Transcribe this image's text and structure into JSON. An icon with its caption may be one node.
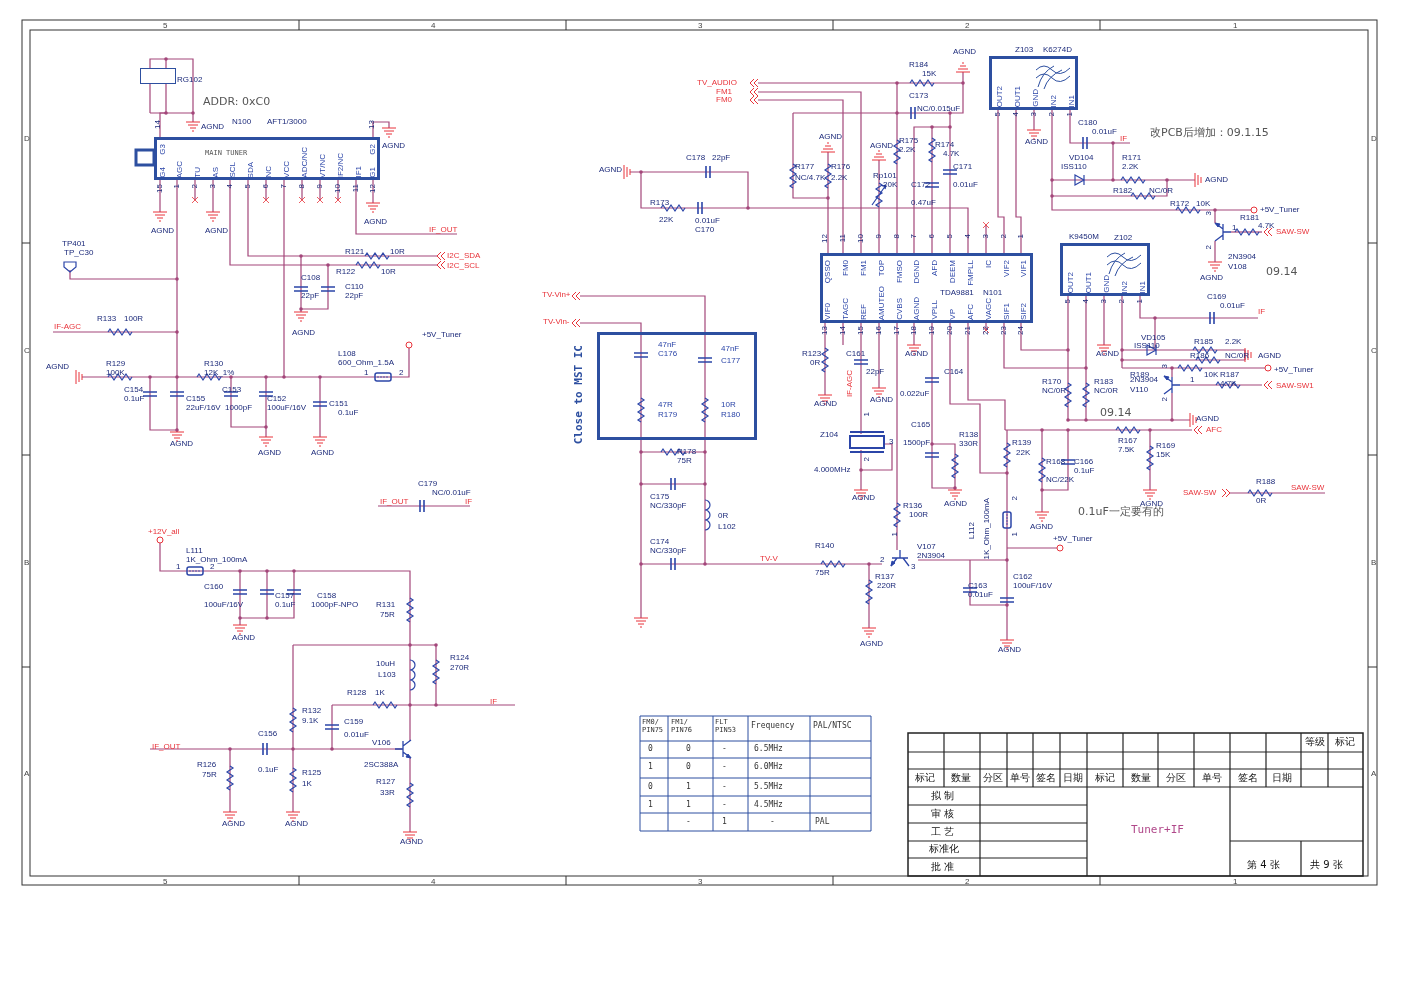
{
  "diagram": {
    "nodes": [
      {
        "text": [],
        "shape": "box",
        "beside": [
          "RG102"
        ]
      },
      {
        "text": [
          "MAIN TUNER",
          "G3",
          "G4",
          "AGC",
          "TU",
          "AS",
          "SCL",
          "SDA",
          "NC",
          "VCC",
          "ADC/NC",
          "VT/NC",
          "IF2/NC",
          "IF1",
          "G2",
          "G1"
        ],
        "beside": [
          "N100",
          "AFT1/3000"
        ]
      },
      {
        "text": [
          "OUT2",
          "OUT1",
          "GND",
          "IN2",
          "IN1"
        ],
        "beside": [
          "Z103",
          "K6274D"
        ]
      },
      {
        "text": [
          "OUT2",
          "OUT1",
          "GND",
          "IN2",
          "IN1"
        ],
        "beside": [
          "K9450M",
          "Z102"
        ]
      },
      {
        "text": [
          "QSSO",
          "FM0",
          "FM1",
          "TOP",
          "FMSO",
          "DGND",
          "AFD",
          "DEEM",
          "FMPLL",
          "IC",
          "VIF2",
          "VIF1",
          "TDA9881",
          "N101",
          "VIF0",
          "TAGC",
          "REF",
          "AMUTEO",
          "CVBS",
          "AGND",
          "VPLL",
          "VP",
          "AFC",
          "VAGC",
          "SIF1",
          "SIF2"
        ]
      },
      {
        "text": [
          "47nF",
          "C176",
          "47nF",
          "C177",
          "47R",
          "R179",
          "10R",
          "R180"
        ],
        "beside": [
          "Close to MST IC"
        ]
      }
    ],
    "edges": [
      {
        "from": 0,
        "to": 1,
        "arrow": "none"
      },
      {
        "from": 2,
        "to": 4,
        "arrow": "none"
      },
      {
        "from": 2,
        "to": 4,
        "arrow": "none"
      },
      {
        "from": 4,
        "to": 3,
        "arrow": "none"
      },
      {
        "from": 4,
        "to": 3,
        "arrow": "none"
      }
    ],
    "labels": [
      "5",
      "4",
      "3",
      "2",
      "1",
      "D",
      "D",
      "C",
      "C",
      "B",
      "B",
      "A",
      "A",
      "5",
      "4",
      "3",
      "2",
      "1",
      "ADDR: 0xC0",
      "AGND",
      "14",
      "13",
      "AGND",
      "15",
      "1",
      "2",
      "3",
      "4",
      "5",
      "6",
      "7",
      "8",
      "9",
      "10",
      "11",
      "12",
      "AGND",
      "AGND",
      "AGND",
      "IF_OUT",
      "TP401",
      "TP_C30",
      "R121",
      "10R",
      "I2C_SDA",
      "R122",
      "10R",
      "I2C_SCL",
      "C108",
      "22pF",
      "C110",
      "22pF",
      "AGND",
      "+5V_Tuner",
      "R133",
      "100R",
      "IF-AGC",
      "AGND",
      "R129",
      "100K",
      "R130",
      "12K_1%",
      "L108",
      "600_Ohm_1.5A",
      "1",
      "2",
      "C154",
      "0.1uF",
      "C155",
      "22uF/16V",
      "C153",
      "1000pF",
      "C152",
      "100uF/16V",
      "C151",
      "0.1uF",
      "AGND",
      "AGND",
      "AGND",
      "TV_AUDIO",
      "FM1",
      "FM0",
      "AGND",
      "R184",
      "15K",
      "C173",
      "NC/0.015uF",
      "AGND",
      "AGND",
      "R175",
      "2.2K",
      "R174",
      "4.7K",
      "C178",
      "22pF",
      "AGND",
      "R177",
      "NC/4.7K",
      "R176",
      "2.2K",
      "Rp101",
      "20K",
      "C172",
      "C171",
      "0.01uF",
      "R173",
      "0.47uF",
      "22K",
      "0.01uF",
      "C170",
      "12",
      "11",
      "10",
      "9",
      "8",
      "7",
      "6",
      "5",
      "4",
      "3",
      "2",
      "1",
      "13",
      "14",
      "15",
      "16",
      "17",
      "18",
      "19",
      "20",
      "21",
      "22",
      "23",
      "24",
      "TV-Vin+",
      "TV-Vin-",
      "R123",
      "0R",
      "C161",
      "22pF",
      "IF-AGC",
      "AGND",
      "AGND",
      "AGND",
      "C164",
      "0.022uF",
      "Z104",
      "1",
      "3",
      "2",
      "4.000MHz",
      "AGND",
      "R178",
      "75R",
      "C165",
      "1500pF",
      "R138",
      "330R",
      "AGND",
      "R139",
      "22K",
      "C175",
      "NC/330pF",
      "0R",
      "L102",
      "C174",
      "NC/330pF",
      "TV-V",
      "R140",
      "75R",
      "R136",
      "100R",
      "1",
      "V107",
      "2",
      "2N3904",
      "3",
      "R137",
      "220R",
      "AGND",
      "L112",
      "1K_Ohm_100mA",
      "2",
      "1",
      "+5V_Tuner",
      "C163",
      "0.01uF",
      "C162",
      "100uF/16V",
      "AGND",
      "5",
      "4",
      "3",
      "2",
      "1",
      "AGND",
      "C180",
      "0.01uF",
      "IF",
      "改PCB后增加：09.1.15",
      "VD104",
      "ISS110",
      "R171",
      "2.2K",
      "AGND",
      "R182",
      "NC/0R",
      "R172",
      "10K",
      "+5V_Tuner",
      "3",
      "1",
      "2",
      "R181",
      "4.7K",
      "SAW-SW",
      "2N3904",
      "V108",
      "AGND",
      "09.14",
      "5",
      "4",
      "3",
      "2",
      "1",
      "C169",
      "0.01uF",
      "IF",
      "VD105",
      "ISS110",
      "R185",
      "2.2K",
      "AGND",
      "R186",
      "NC/0R",
      "AGND",
      "R189",
      "10K",
      "+5V_Tuner",
      "3",
      "2N3904",
      "1",
      "V110",
      "2",
      "R187",
      "4.7K",
      "SAW-SW1",
      "R170",
      "NC/0R",
      "R183",
      "NC/0R",
      "09.14",
      "AGND",
      "AFC",
      "R167",
      "7.5K",
      "R169",
      "15K",
      "R168",
      "C166",
      "0.1uF",
      "NC/22K",
      "AGND",
      "0.1uF一定要有的",
      "AGND",
      "R188",
      "0R",
      "SAW-SW",
      "SAW-SW",
      "C179",
      "NC/0.01uF",
      "IF_OUT",
      "IF",
      "+12V_all",
      "L111",
      "1K_Ohm_100mA",
      "1",
      "2",
      "C160",
      "100uF/16V",
      "C157",
      "0.1uF",
      "C158",
      "1000pF-NPO",
      "R131",
      "75R",
      "AGND",
      "R124",
      "270R",
      "10uH",
      "L103",
      "R128",
      "1K",
      "IF",
      "R132",
      "9.1K",
      "C156",
      "C159",
      "0.01uF",
      "IF_OUT",
      "V106",
      "2SC388A",
      "0.1uF",
      "R126",
      "75R",
      "R125",
      "1K",
      "R127",
      "33R",
      "AGND",
      "AGND",
      "AGND",
      "FM0/ PIN75",
      "FM1/ PIN76",
      "FLT PIN53",
      "Frequency",
      "PAL/NTSC",
      "0",
      "0",
      "-",
      "6.5MHz",
      "1",
      "0",
      "-",
      "6.0MHz",
      "0",
      "1",
      "-",
      "5.5MHz",
      "1",
      "1",
      "-",
      "4.5MHz",
      "-",
      "1",
      "-",
      "PAL",
      "等级",
      "标记",
      "标记",
      "数量",
      "分区",
      "单号",
      "签名",
      "日期",
      "标记",
      "数量",
      "分区",
      "单号",
      "签名",
      "日期",
      "拟 制",
      "审 核",
      "工 艺",
      "标准化",
      "批 准",
      "Tuner+IF",
      "第 4 张",
      "共 9 张"
    ]
  }
}
